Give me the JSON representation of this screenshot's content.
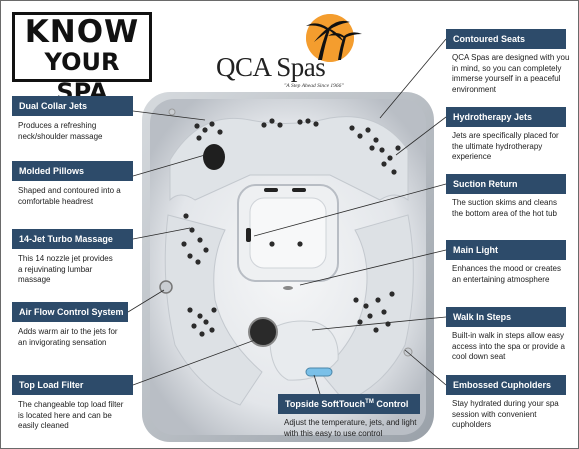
{
  "header": {
    "know_line1": "KNOW",
    "know_line2": "YOUR SPA",
    "brand": "QCA Spas",
    "tagline": "\"A Step Ahead Since 1966\""
  },
  "features": {
    "dual_collar_jets": {
      "title": "Dual Collar Jets",
      "desc": "Produces a refreshing neck/shoulder massage"
    },
    "molded_pillows": {
      "title": "Molded Pillows",
      "desc": "Shaped and contoured into a comfortable headrest"
    },
    "turbo_massage": {
      "title": "14-Jet Turbo Massage",
      "desc": "This 14 nozzle jet provides a rejuvinating lumbar massage"
    },
    "air_flow": {
      "title": "Air Flow Control System",
      "desc": "Adds warm air to the jets for an invigorating sensation"
    },
    "top_load_filter": {
      "title": "Top Load Filter",
      "desc": "The changeable top load filter is located here and can be easily cleaned"
    },
    "softtouch": {
      "title": "Topside SoftTouch",
      "title_sup": "TM",
      "title_end": " Control",
      "desc": "Adjust the temperature, jets, and light with this easy to use control"
    },
    "contoured_seats": {
      "title": "Contoured Seats",
      "desc": "QCA Spas are designed with you in mind, so you can completely immerse yourself in a peaceful environment"
    },
    "hydrotherapy_jets": {
      "title": "Hydrotherapy Jets",
      "desc": "Jets are specifically placed for the ultimate hydrotherapy experience"
    },
    "suction_return": {
      "title": "Suction Return",
      "desc": "The suction skims and cleans the bottom area of the hot tub"
    },
    "main_light": {
      "title": "Main Light",
      "desc": "Enhances the mood or creates an entertaining atmosphere"
    },
    "walk_in_steps": {
      "title": "Walk In Steps",
      "desc": "Built-in walk in steps allow easy access into the spa or provide a cool down seat"
    },
    "cupholders": {
      "title": "Embossed Cupholders",
      "desc": "Stay hydrated during your spa session with convenient cupholders"
    }
  },
  "colors": {
    "label_bg": "#2d4b6a",
    "shell": "#e9ecef",
    "sun": "#f08a1c"
  }
}
